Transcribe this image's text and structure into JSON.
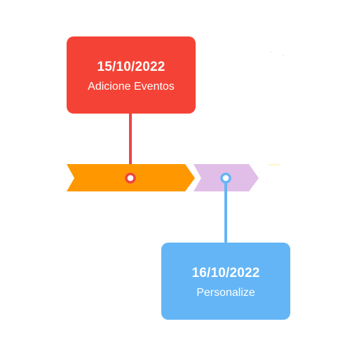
{
  "timeline": {
    "events": [
      {
        "date": "15/10/2022",
        "label": "Adicione Eventos",
        "color": "#f44336"
      },
      {
        "date": "16/10/2022",
        "label": "Personalize",
        "color": "#64b5f6"
      }
    ],
    "segments": [
      {
        "color": "#ff9800"
      },
      {
        "color": "#e1bee7"
      }
    ]
  }
}
